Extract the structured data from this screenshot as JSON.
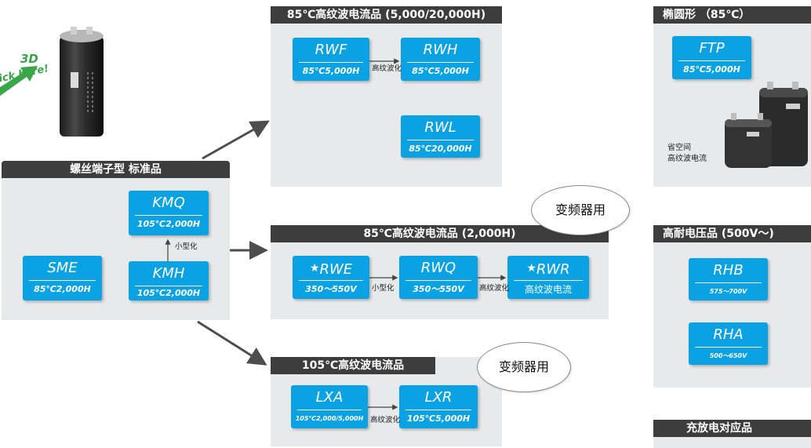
{
  "badge": {
    "line1": "3D",
    "line2": "click here!"
  },
  "panels": {
    "main": {
      "title": "螺丝端子型 标准品"
    },
    "p85_long": {
      "title": "85℃高纹波电流品 (5,000/20,000H)"
    },
    "p85_short": {
      "title": "85℃高纹波电流品 (2,000H)"
    },
    "p105": {
      "title": "105℃高纹波电流品"
    },
    "oval": {
      "title": "椭圆形 （85℃）"
    },
    "hv": {
      "title": "高耐电压品 (500V～)"
    },
    "charge": {
      "title": "充放电对应品"
    }
  },
  "products": {
    "sme": {
      "name": "SME",
      "spec": "85℃2,000H"
    },
    "kmq": {
      "name": "KMQ",
      "spec": "105℃2,000H"
    },
    "kmh": {
      "name": "KMH",
      "spec": "105℃2,000H"
    },
    "rwf": {
      "name": "RWF",
      "spec": "85℃5,000H"
    },
    "rwh": {
      "name": "RWH",
      "spec": "85℃5,000H"
    },
    "rwl": {
      "name": "RWL",
      "spec": "85℃20,000H"
    },
    "rwe": {
      "name": "RWE",
      "star": "★",
      "spec": "350～550V"
    },
    "rwq": {
      "name": "RWQ",
      "spec": "350～550V"
    },
    "rwr": {
      "name": "RWR",
      "star": "★",
      "spec": "高纹波电流"
    },
    "lxa": {
      "name": "LXA",
      "spec": "105℃2,000/5,000H"
    },
    "lxr": {
      "name": "LXR",
      "spec": "105℃5,000H"
    },
    "ftp": {
      "name": "FTP",
      "spec": "85℃5,000H"
    },
    "rhb": {
      "name": "RHB",
      "spec": "575～700V"
    },
    "rha": {
      "name": "RHA",
      "spec": "500～650V"
    }
  },
  "connectors": {
    "kmh_kmq": "小型化",
    "rwf_rwh": "高纹波化",
    "rwe_rwq": "小型化",
    "rwq_rwr": "高纹波化",
    "lxa_lxr": "高纹波化"
  },
  "bubbles": {
    "b1": "变频器用",
    "b2": "变频器用"
  },
  "oval_caption": {
    "line1": "省空间",
    "line2": "高纹波电流"
  },
  "colors": {
    "product_blue": "#0ba2e3",
    "header_dark": "#3d3d3d",
    "panel_grey": "#e8e9ea",
    "badge_green": "#3aa64a"
  }
}
